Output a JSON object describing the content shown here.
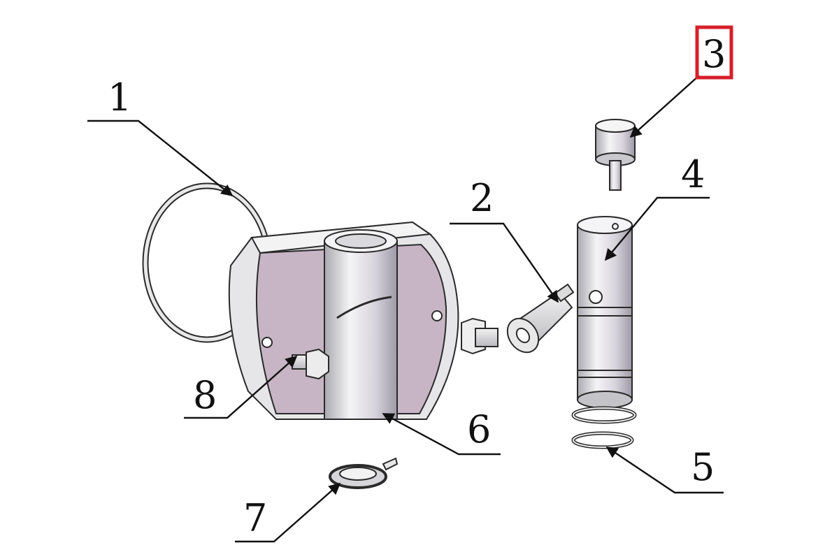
{
  "callouts": [
    {
      "id": "1",
      "text": "1",
      "highlighted": false
    },
    {
      "id": "2",
      "text": "2",
      "highlighted": false
    },
    {
      "id": "3",
      "text": "3",
      "highlighted": true
    },
    {
      "id": "4",
      "text": "4",
      "highlighted": false
    },
    {
      "id": "5",
      "text": "5",
      "highlighted": false
    },
    {
      "id": "6",
      "text": "6",
      "highlighted": false
    },
    {
      "id": "7",
      "text": "7",
      "highlighted": false
    },
    {
      "id": "8",
      "text": "8",
      "highlighted": false
    }
  ],
  "colors": {
    "highlight_box": "#d6202a",
    "plate_face": "#c7b5c5",
    "metal_light": "#efefef",
    "metal_mid": "#c9c9cf",
    "outline": "#2a2a2a"
  }
}
